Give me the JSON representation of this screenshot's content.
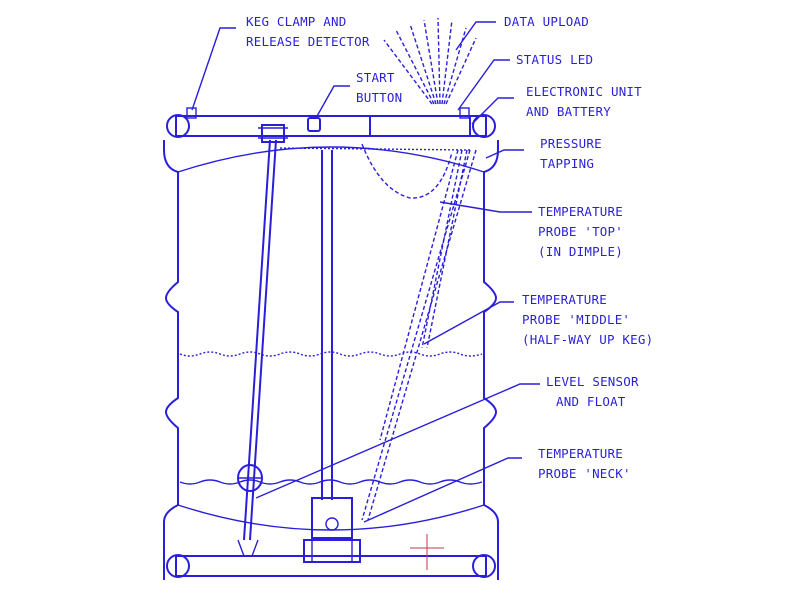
{
  "diagram": {
    "colors": {
      "ink": "#2a1fd9",
      "marker": "#c0394b"
    },
    "labels": {
      "keg_clamp": [
        "KEG CLAMP AND",
        "RELEASE DETECTOR"
      ],
      "start_button": [
        "START",
        "BUTTON"
      ],
      "data_upload": [
        "DATA UPLOAD"
      ],
      "status_led": [
        "STATUS LED"
      ],
      "electronic_unit": [
        "ELECTRONIC UNIT",
        "AND BATTERY"
      ],
      "pressure_tapping": [
        "PRESSURE",
        "TAPPING"
      ],
      "temp_probe_top": [
        "TEMPERATURE",
        "PROBE 'TOP'",
        "(IN DIMPLE)"
      ],
      "temp_probe_middle": [
        "TEMPERATURE",
        "PROBE 'MIDDLE'",
        "(HALF-WAY UP KEG)"
      ],
      "level_sensor": [
        "LEVEL SENSOR",
        "AND FLOAT"
      ],
      "temp_probe_neck": [
        "TEMPERATURE",
        "PROBE 'NECK'"
      ]
    }
  }
}
